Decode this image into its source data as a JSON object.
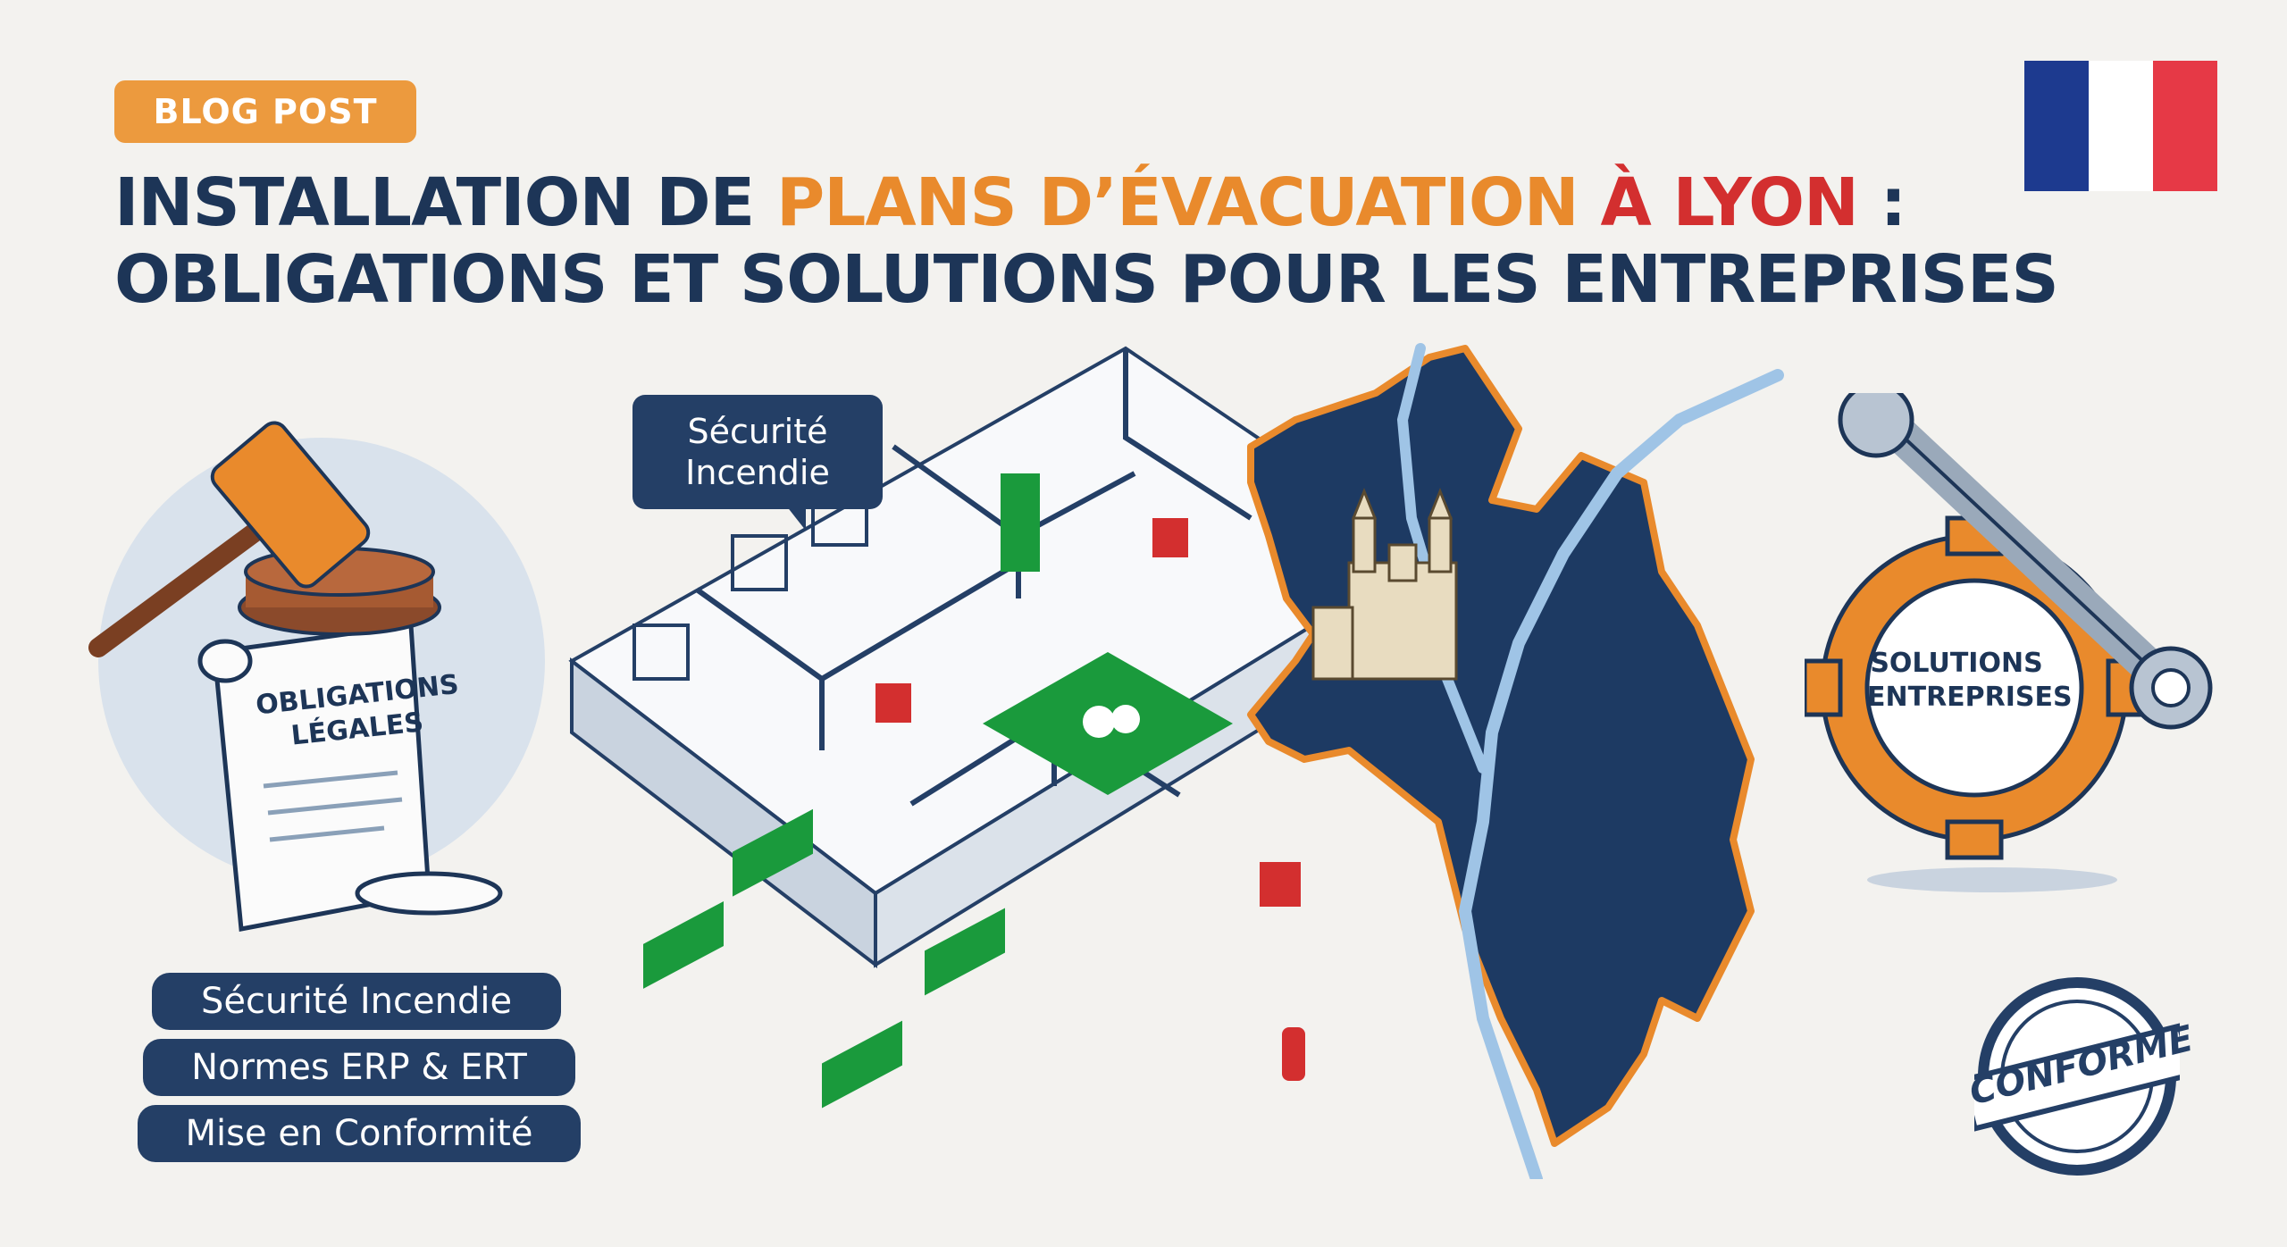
{
  "badge": {
    "label": "BLOG POST"
  },
  "title": {
    "line1_part1": "INSTALLATION DE ",
    "line1_part2": "PLANS D’ÉVACUATION ",
    "line1_part3": "À LYON",
    "line1_part4": " :",
    "line2": "OBLIGATIONS ET SOLUTIONS POUR LES ENTREPRISES"
  },
  "callout": {
    "line1": "Sécurité",
    "line2": "Incendie"
  },
  "scroll": {
    "line1": "OBLIGATIONS",
    "line2": "LÉGALES"
  },
  "pills": [
    "Sécurité Incendie",
    "Normes ERP & ERT",
    "Mise en Conformité"
  ],
  "gear": {
    "line1": "SOLUTIONS",
    "line2": "ENTREPRISES"
  },
  "stamp": {
    "label": "CONFORME"
  },
  "colors": {
    "navy": "#1d3557",
    "orange": "#e98a2c",
    "red": "#d32f2f",
    "green": "#1a9a3c",
    "flag_blue": "#1d3a8f",
    "flag_red": "#e63946"
  },
  "icons": [
    "gavel-icon",
    "scroll-icon",
    "wrench-icon",
    "gear-icon",
    "fire-extinguisher-icon",
    "exit-sign-icon",
    "assembly-point-icon",
    "cathedral-icon",
    "france-flag-icon"
  ]
}
